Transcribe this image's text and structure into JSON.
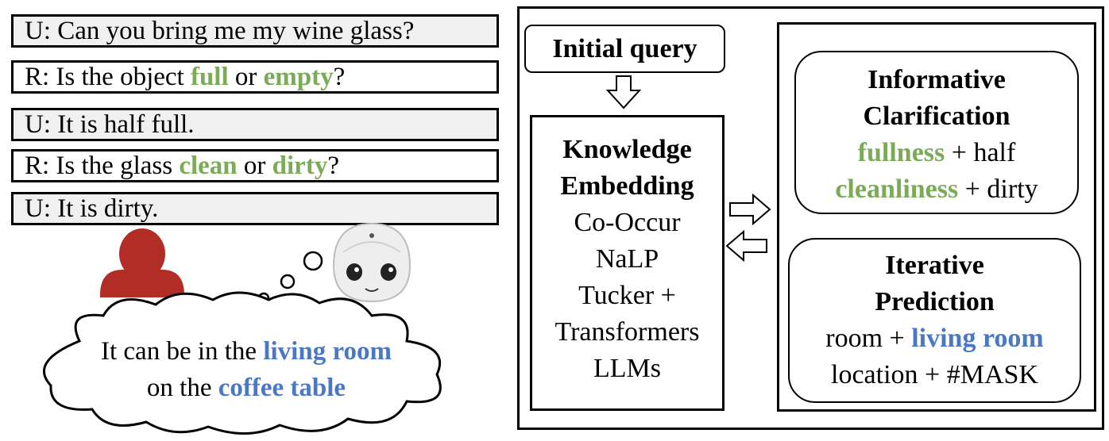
{
  "dialog": {
    "line1": {
      "prefix": "U: Can you bring me my wine glass?"
    },
    "line2": {
      "prefix": "R: Is the object ",
      "term1": "full",
      "mid": " or ",
      "term2": "empty",
      "suffix": "?"
    },
    "line3": {
      "prefix": "U: It is half full."
    },
    "line4": {
      "prefix": "R: Is the glass ",
      "term1": "clean",
      "mid": " or ",
      "term2": "dirty",
      "suffix": "?"
    },
    "line5": {
      "prefix": "U: It is dirty."
    }
  },
  "thought": {
    "line1_prefix": "It can be in the ",
    "line1_highlight": "living room",
    "line2_prefix": "on the ",
    "line2_highlight": "coffee table"
  },
  "pipeline": {
    "initial_query": "Initial query",
    "knowledge": {
      "title1": "Knowledge",
      "title2": "Embedding",
      "items": [
        "Co-Occur",
        "NaLP",
        "Tucker +",
        "Transformers",
        "LLMs"
      ]
    },
    "informative": {
      "title1": "Informative",
      "title2": "Clarification",
      "row1_key": "fullness",
      "row1_rest": " + half",
      "row2_key": "cleanliness",
      "row2_rest": " + dirty"
    },
    "iterative": {
      "title1": "Iterative",
      "title2": "Prediction",
      "row1_prefix": "room + ",
      "row1_key": "living room",
      "row2": "location + #MASK"
    }
  },
  "colors": {
    "green_highlight": "#7bab57",
    "blue_highlight": "#4a78c4",
    "user_icon": "#b22d26",
    "user_bar_bg": "#f0f0f0"
  },
  "icons": [
    "user-icon",
    "robot-head-icon",
    "thought-cloud",
    "arrow-down-icon",
    "arrow-right-icon",
    "arrow-left-icon"
  ]
}
